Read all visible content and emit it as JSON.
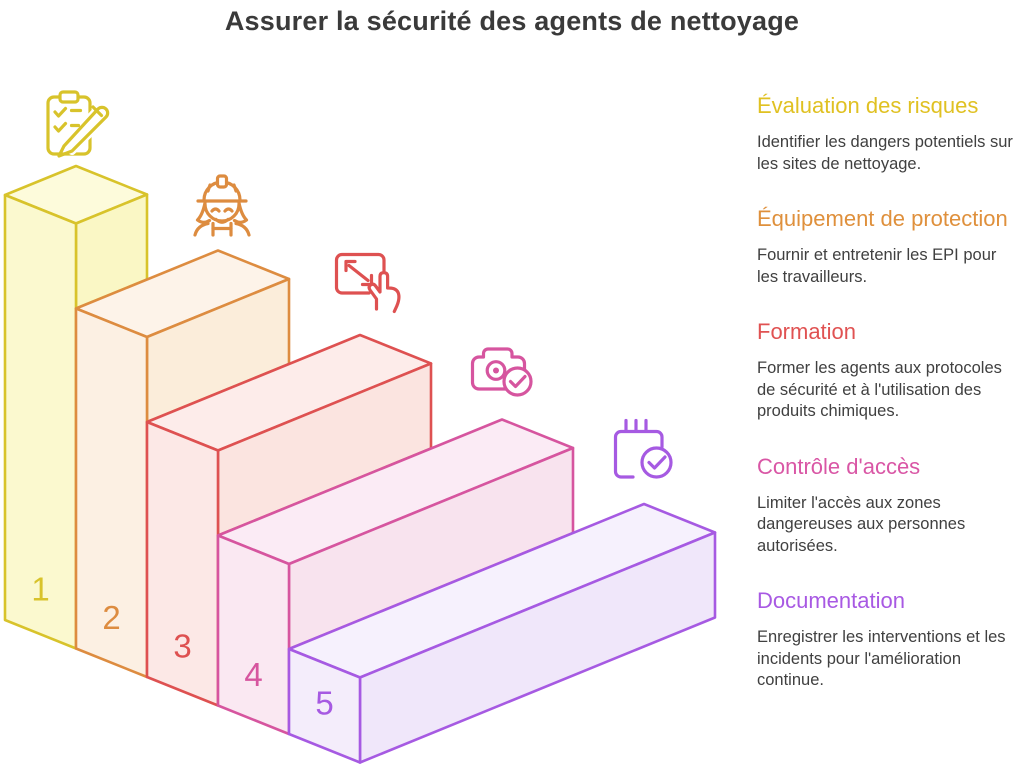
{
  "title": "Assurer la sécurité des agents de nettoyage",
  "steps": [
    {
      "number": "1",
      "label": "Évaluation des risques",
      "description": "Identifier les dangers potentiels sur les sites de nettoyage.",
      "color": "#d8c32b",
      "heading_color": "#e0c122",
      "fill_top": "#fdfbdb",
      "fill_front": "#fbf9cf",
      "fill_side": "#faf7c5",
      "icon": "clipboard-checklist-icon"
    },
    {
      "number": "2",
      "label": "Équipement de protection",
      "description": "Fournir et entretenir les EPI pour les travailleurs.",
      "color": "#dd8c40",
      "heading_color": "#df903c",
      "fill_top": "#fdf3e9",
      "fill_front": "#fcf0e3",
      "fill_side": "#fbedda",
      "icon": "worker-icon"
    },
    {
      "number": "3",
      "label": "Formation",
      "description": "Former les agents aux protocoles de sécurité et à l'utilisation des produits chimiques.",
      "color": "#de5151",
      "heading_color": "#e05252",
      "fill_top": "#fdecea",
      "fill_front": "#fce8e6",
      "fill_side": "#fbe4e0",
      "icon": "touch-screen-icon"
    },
    {
      "number": "4",
      "label": "Contrôle d'accès",
      "description": "Limiter l'accès aux zones dangereuses aux personnes autorisées.",
      "color": "#d6559f",
      "heading_color": "#d956a5",
      "fill_top": "#fbebf5",
      "fill_front": "#fae8f2",
      "fill_side": "#f8e3ee",
      "icon": "camera-check-icon"
    },
    {
      "number": "5",
      "label": "Documentation",
      "description": "Enregistrer les interventions et les incidents pour l'amélioration continue.",
      "color": "#a65ae2",
      "heading_color": "#a859e3",
      "fill_top": "#f6f1fd",
      "fill_front": "#f4edfb",
      "fill_side": "#f0e7fa",
      "icon": "calendar-check-icon"
    }
  ]
}
